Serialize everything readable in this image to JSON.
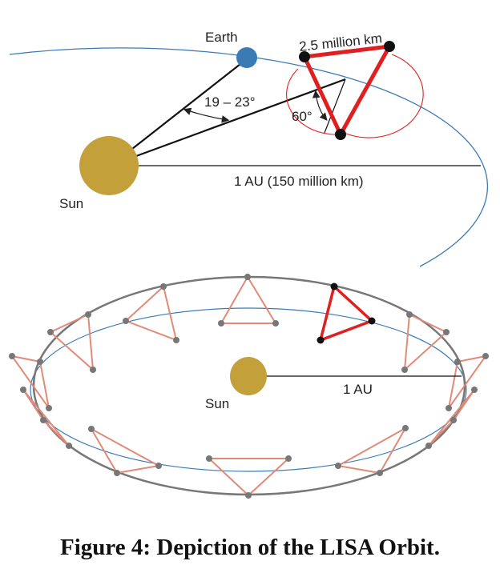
{
  "top_diagram": {
    "earth_label": "Earth",
    "sun_label": "Sun",
    "arm_length_label": "2.5 million km",
    "angle_trailing_label": "19 – 23°",
    "angle_tilt_label": "60°",
    "distance_label": "1 AU (150 million km)"
  },
  "bottom_diagram": {
    "sun_label": "Sun",
    "distance_label": "1 AU"
  },
  "caption": "Figure 4: Depiction of the LISA Orbit.",
  "colors": {
    "sun": "#c4a03a",
    "earth": "#3a7bb5",
    "orbit": "#3a7bb5",
    "constellation": "#e02020",
    "constellation_faded": "#e08a78",
    "node": "#777777",
    "outer_orbit": "#777777"
  }
}
